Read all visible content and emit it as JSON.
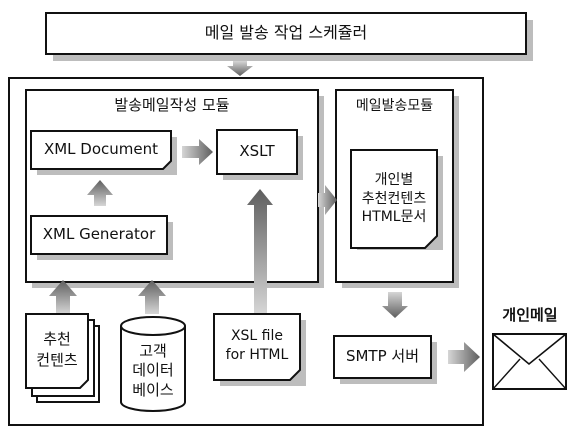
{
  "scheduler": {
    "label": "메일 발송 작업 스케쥴러"
  },
  "compose_module": {
    "title": "발송메일작성 모듈",
    "xml_document": "XML Document",
    "xslt": "XSLT",
    "xml_generator": "XML Generator"
  },
  "send_module": {
    "title": "메일발송모듈",
    "personal_doc": "개인별\n추천컨텐츠\nHTML문서"
  },
  "inputs": {
    "recommend_contents": "추천\n컨텐츠",
    "customer_db": "고객\n데이터\n베이스",
    "xsl_file": "XSL file\nfor HTML"
  },
  "smtp": {
    "label": "SMTP 서버"
  },
  "personal_mail": {
    "label": "개인메일"
  },
  "colors": {
    "line": "#111111",
    "arrow_light": "#c8c8c8",
    "arrow_dark": "#6e6e6e",
    "shadow": "#bdbdbd"
  }
}
